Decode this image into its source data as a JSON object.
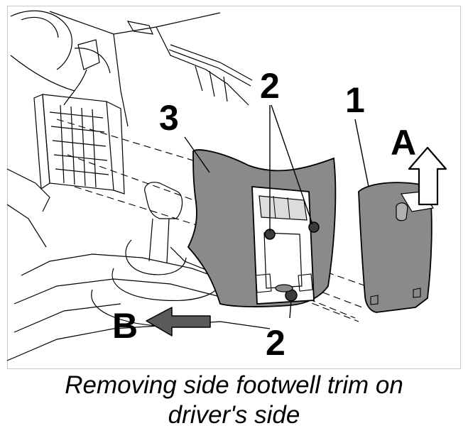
{
  "figure": {
    "callouts": {
      "part_1": "1",
      "part_2_top": "2",
      "part_2_bottom": "2",
      "part_3": "3",
      "arrow_a": "A",
      "arrow_b": "B"
    },
    "caption_line1": "Removing side footwell trim on",
    "caption_line2": "driver's side"
  },
  "colors": {
    "trim_fill": "#8a8a8a",
    "trim_dark": "#5a5a5a",
    "line": "#000000",
    "background": "#ffffff"
  }
}
